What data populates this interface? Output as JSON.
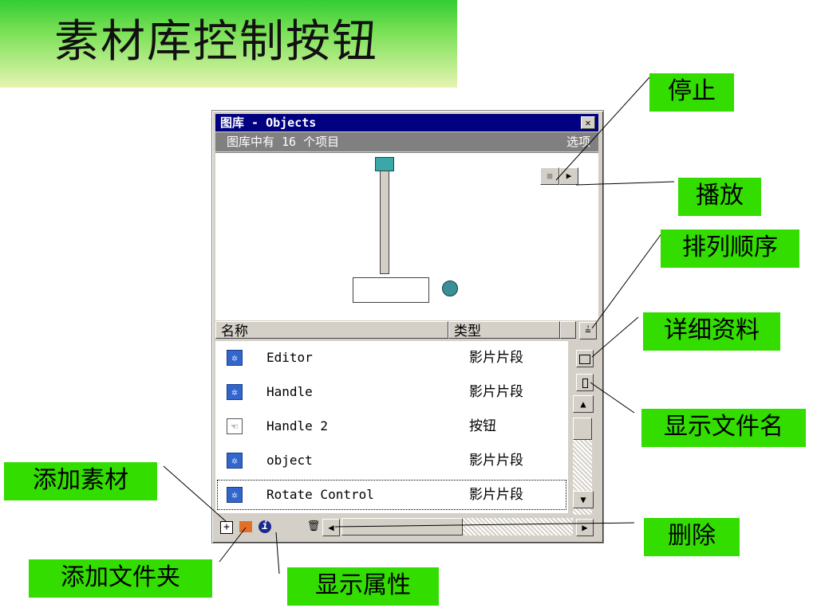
{
  "slide": {
    "title": "素材库控制按钮"
  },
  "window": {
    "title": "图库 - Objects",
    "close_glyph": "✕",
    "item_count": "图库中有 16 个项目",
    "options_label": "选项",
    "stop_glyph": "■",
    "play_glyph": "▶"
  },
  "columns": {
    "name": "名称",
    "type": "类型",
    "sort_glyph": "≟"
  },
  "items": [
    {
      "name": "Editor",
      "type": "影片片段",
      "icon": "movie-clip-icon"
    },
    {
      "name": "Handle",
      "type": "影片片段",
      "icon": "movie-clip-icon"
    },
    {
      "name": "Handle 2",
      "type": "按钮",
      "icon": "button-symbol-icon"
    },
    {
      "name": "object",
      "type": "影片片段",
      "icon": "movie-clip-icon"
    },
    {
      "name": "Rotate Control",
      "type": "影片片段",
      "icon": "movie-clip-icon"
    }
  ],
  "callouts": {
    "stop": "停止",
    "play": "播放",
    "sort_order": "排列顺序",
    "details": "详细资料",
    "show_filename": "显示文件名",
    "add_asset": "添加素材",
    "delete": "删除",
    "add_folder": "添加文件夹",
    "show_properties": "显示属性"
  },
  "colors": {
    "callout_bg": "#33dd00",
    "titlebar": "#000080",
    "panel": "#d4d0c8"
  }
}
